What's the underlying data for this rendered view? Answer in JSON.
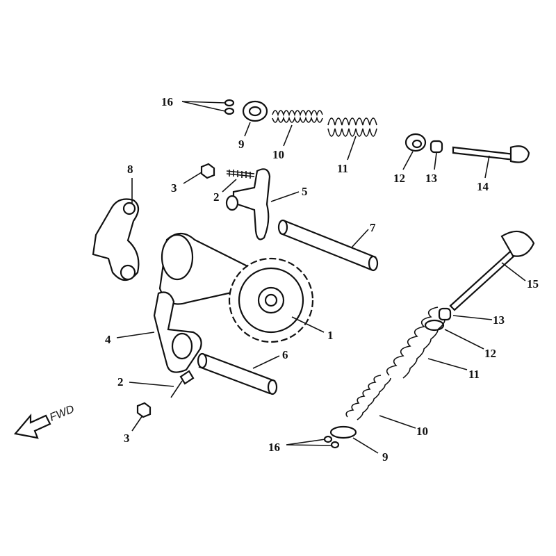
{
  "title": "Camshaft and valve exploded diagram",
  "callouts": {
    "top_16": "16",
    "top_9": "9",
    "top_10": "10",
    "top_11": "11",
    "top_12": "12",
    "top_13": "13",
    "top_14": "14",
    "p8": "8",
    "top_3": "3",
    "top_2": "2",
    "p5": "5",
    "p7": "7",
    "p15": "15",
    "p1": "1",
    "bot_13": "13",
    "p4": "4",
    "bot_12": "12",
    "p6": "6",
    "bot_11": "11",
    "bot_2": "2",
    "bot_3": "3",
    "bot_10": "10",
    "bot_16": "16",
    "bot_9": "9"
  },
  "direction_label": "FWD"
}
